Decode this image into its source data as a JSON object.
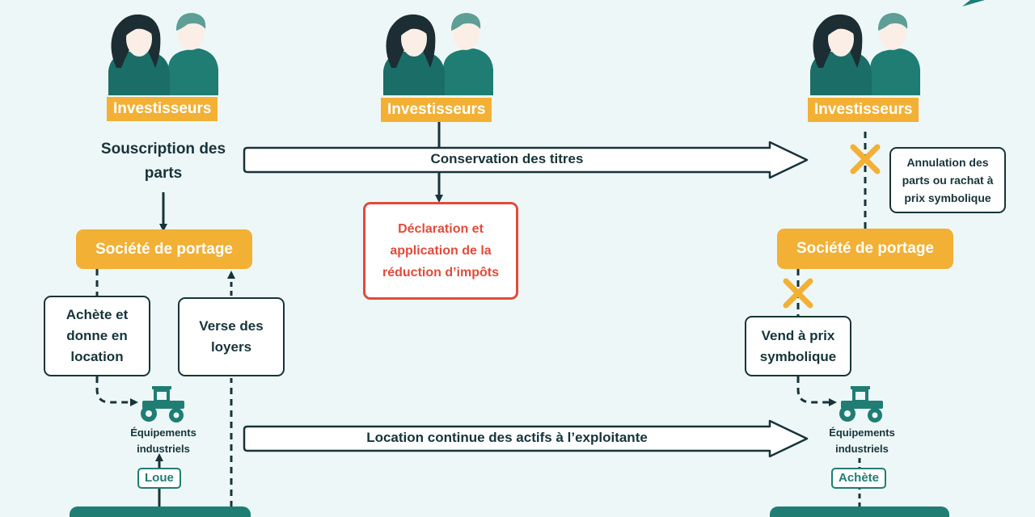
{
  "columns": {
    "left": {
      "investors_label": "Investisseurs",
      "subscription_text": "Souscription des parts",
      "portage_label": "Société de portage",
      "buy_rent_text": "Achète et donne en location",
      "pay_rent_text": "Verse des loyers",
      "equipment_label": "Équipements industriels",
      "tag_label": "Loue"
    },
    "middle": {
      "investors_label": "Investisseurs",
      "declaration_text": "Déclaration et application de la réduction d’impôts"
    },
    "right": {
      "investors_label": "Investisseurs",
      "annulation_text": "Annulation des parts ou rachat à prix symbolique",
      "portage_label": "Société de portage",
      "sell_text": "Vend à prix symbolique",
      "equipment_label": "Équipements industriels",
      "tag_label": "Achète"
    }
  },
  "flows": {
    "conservation_label": "Conservation des titres",
    "location_label": "Location continue des actifs à l’exploitante"
  },
  "colors": {
    "background": "#eef7f7",
    "teal": "#1f7d74",
    "gold": "#f2b035",
    "dark": "#17343a",
    "red": "#e14b3b"
  },
  "icons": [
    "investors-icon",
    "tractor-icon",
    "cross-icon"
  ]
}
